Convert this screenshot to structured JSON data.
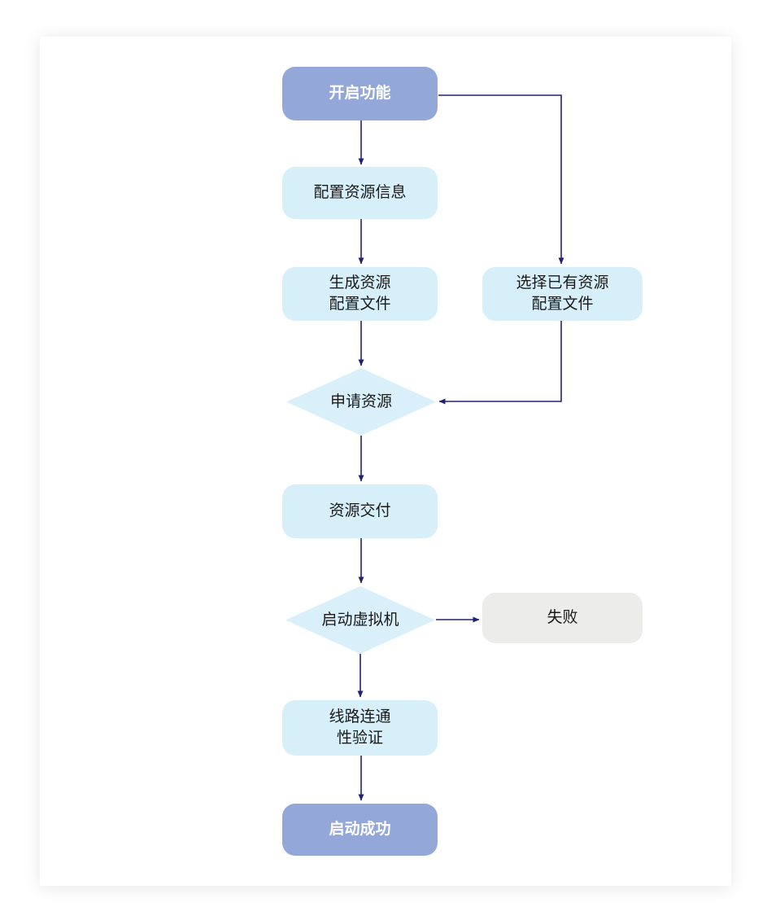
{
  "colors": {
    "terminal_node_bg": "#93A8D9",
    "process_node_bg": "#D7EFF9",
    "diamond_node_bg": "#D9F0FA",
    "fail_node_bg": "#ECECEB",
    "arrow": "#232270",
    "text_dark": "#1A1A1A",
    "text_light": "#FFFFFF",
    "card_bg": "#FFFFFF"
  },
  "flow": {
    "nodes": [
      {
        "id": "start",
        "type": "start-terminal",
        "shape": "rounded-rect",
        "label": "开启功能"
      },
      {
        "id": "config-resource-info",
        "type": "process",
        "shape": "rounded-rect",
        "label": "配置资源信息"
      },
      {
        "id": "generate-config-file",
        "type": "process",
        "shape": "rounded-rect",
        "label": "生成资源\n配置文件"
      },
      {
        "id": "select-existing-config-file",
        "type": "process",
        "shape": "rounded-rect",
        "label": "选择已有资源\n配置文件"
      },
      {
        "id": "apply-resource",
        "type": "decision",
        "shape": "diamond",
        "label": "申请资源"
      },
      {
        "id": "resource-delivery",
        "type": "process",
        "shape": "rounded-rect",
        "label": "资源交付"
      },
      {
        "id": "start-vm",
        "type": "decision",
        "shape": "diamond",
        "label": "启动虚拟机"
      },
      {
        "id": "fail",
        "type": "fail-terminal",
        "shape": "rounded-rect",
        "label": "失败"
      },
      {
        "id": "line-connectivity-check",
        "type": "process",
        "shape": "rounded-rect",
        "label": "线路连通\n性验证"
      },
      {
        "id": "end",
        "type": "end-terminal",
        "shape": "rounded-rect",
        "label": "启动成功"
      }
    ],
    "edges": [
      {
        "from": "start",
        "to": "config-resource-info"
      },
      {
        "from": "config-resource-info",
        "to": "generate-config-file"
      },
      {
        "from": "generate-config-file",
        "to": "apply-resource"
      },
      {
        "from": "start",
        "to": "select-existing-config-file"
      },
      {
        "from": "select-existing-config-file",
        "to": "apply-resource"
      },
      {
        "from": "apply-resource",
        "to": "resource-delivery"
      },
      {
        "from": "resource-delivery",
        "to": "start-vm"
      },
      {
        "from": "start-vm",
        "to": "fail"
      },
      {
        "from": "start-vm",
        "to": "line-connectivity-check"
      },
      {
        "from": "line-connectivity-check",
        "to": "end"
      }
    ]
  }
}
